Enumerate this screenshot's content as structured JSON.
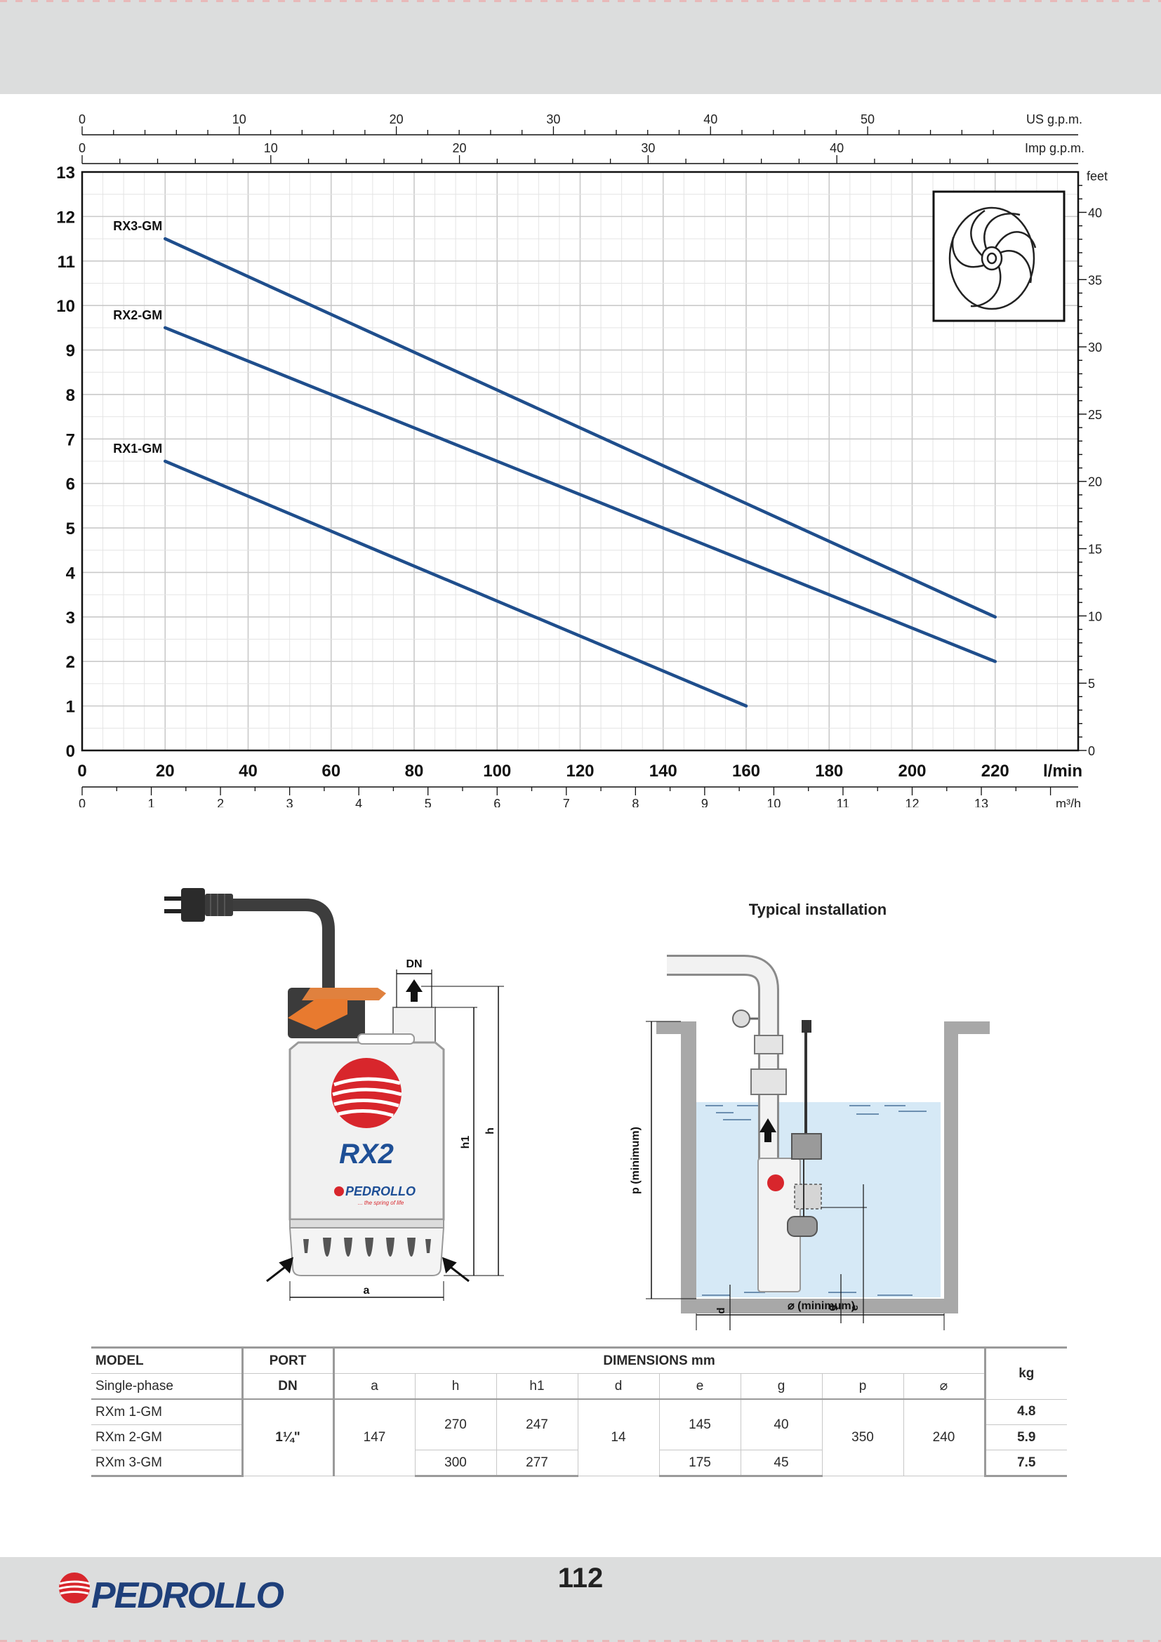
{
  "page": {
    "number": "112"
  },
  "brand": {
    "name": "PEDROLLO"
  },
  "chart_data": {
    "type": "line",
    "x": {
      "label": "l/min",
      "ticks": [
        0,
        20,
        40,
        60,
        80,
        100,
        120,
        140,
        160,
        180,
        200,
        220
      ],
      "range": [
        0,
        240
      ]
    },
    "y": {
      "ticks": [
        0,
        1,
        2,
        3,
        4,
        5,
        6,
        7,
        8,
        9,
        10,
        11,
        12,
        13
      ],
      "range": [
        0,
        13
      ]
    },
    "y_right": {
      "label": "feet",
      "ticks": [
        0,
        5,
        10,
        15,
        20,
        25,
        30,
        35,
        40
      ]
    },
    "x_top_us": {
      "label": "US g.p.m.",
      "ticks": [
        0,
        10,
        20,
        30,
        40,
        50
      ]
    },
    "x_top_imp": {
      "label": "Imp g.p.m.",
      "ticks": [
        0,
        10,
        20,
        30,
        40
      ]
    },
    "x_bottom_m3h": {
      "label": "m³/h",
      "ticks": [
        0,
        1,
        2,
        3,
        4,
        5,
        6,
        7,
        8,
        9,
        10,
        11,
        12,
        13
      ]
    },
    "grid": true,
    "series": [
      {
        "name": "RX3-GM",
        "x": [
          20,
          220
        ],
        "y": [
          11.5,
          3.0
        ],
        "color": "#1f4e8c"
      },
      {
        "name": "RX2-GM",
        "x": [
          20,
          220
        ],
        "y": [
          9.5,
          2.0
        ],
        "color": "#1f4e8c"
      },
      {
        "name": "RX1-GM",
        "x": [
          20,
          160
        ],
        "y": [
          6.5,
          1.0
        ],
        "color": "#1f4e8c"
      }
    ]
  },
  "pump_drawing": {
    "model_label": "RX2",
    "brand": "PEDROLLO",
    "brand_tagline": "... the spring of life",
    "dims": {
      "dn": "DN",
      "h": "h",
      "h1": "h1",
      "a": "a"
    }
  },
  "installation": {
    "title": "Typical installation",
    "p_label": "p  (minimum)",
    "width_label": "⌀ (minimum)",
    "dims": {
      "d": "d",
      "g": "g",
      "e": "e"
    }
  },
  "table": {
    "head1": {
      "model": "MODEL",
      "port": "PORT",
      "dimensions": "DIMENSIONS mm",
      "kg": "kg"
    },
    "head2": {
      "phase": "Single-phase",
      "dn": "DN",
      "a": "a",
      "h": "h",
      "h1": "h1",
      "d": "d",
      "e": "e",
      "g": "g",
      "p": "p",
      "diam": "⌀"
    },
    "rows": [
      {
        "model": "RXm 1-GM",
        "kg": "4.8"
      },
      {
        "model": "RXm 2-GM",
        "kg": "5.9"
      },
      {
        "model": "RXm 3-GM",
        "kg": "7.5"
      }
    ],
    "merged": {
      "dn": "1¼\"",
      "a": "147",
      "h_12": "270",
      "h_3": "300",
      "h1_12": "247",
      "h1_3": "277",
      "d": "14",
      "e_12": "145",
      "e_3": "175",
      "g_12": "40",
      "g_3": "45",
      "p": "350",
      "diam": "240"
    }
  }
}
